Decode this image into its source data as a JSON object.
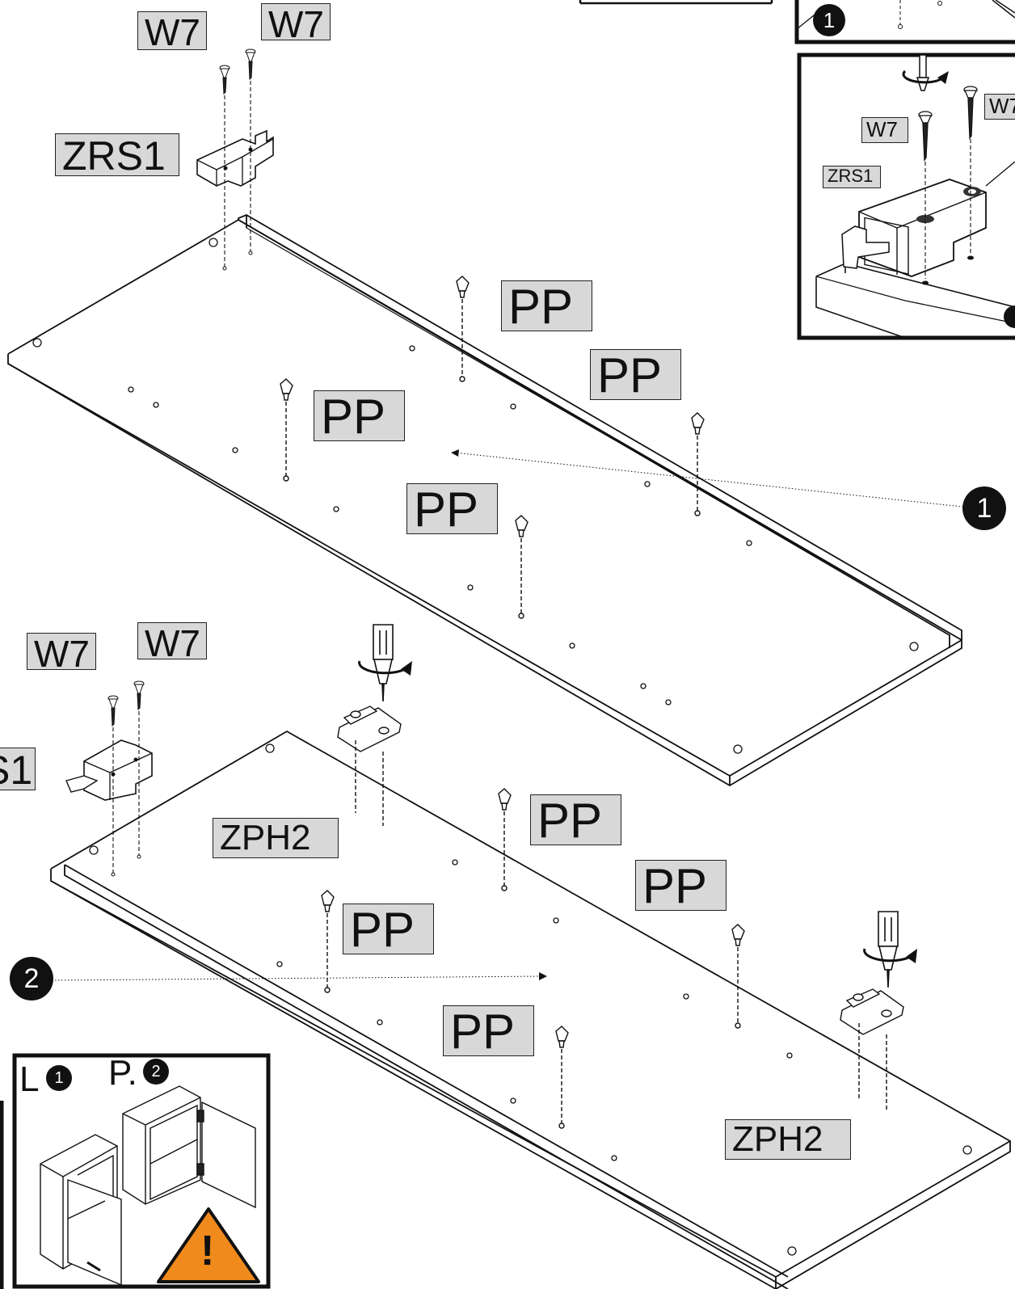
{
  "labels": {
    "screw": "W7",
    "catch": "ZRS1",
    "peg": "PP",
    "plate": "ZPH2"
  },
  "steps": {
    "one": "1",
    "two": "2"
  },
  "side_labels": {
    "left": "L",
    "right": "P."
  },
  "partial_text": {
    "catch_cut": "S1",
    "screw_cut": "W7"
  },
  "warning": {
    "symbol": "!",
    "color": "#f08a1c"
  }
}
